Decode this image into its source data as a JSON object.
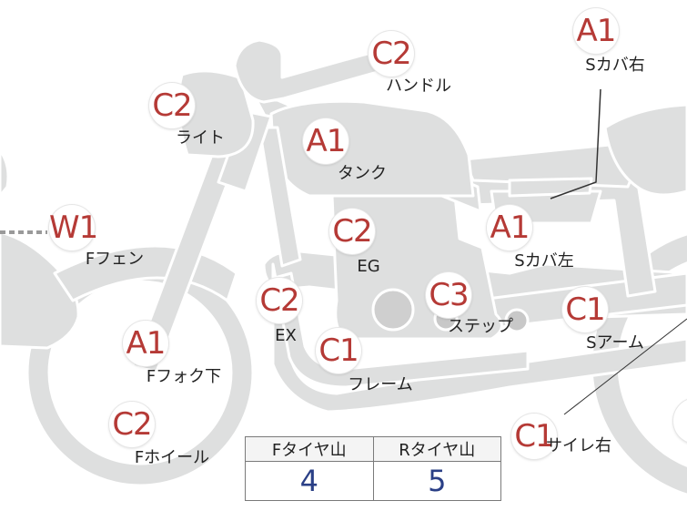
{
  "colors": {
    "part_fill": "#dedfdf",
    "part_stroke": "#ffffff",
    "grade_text": "#b53a36",
    "tire_value": "#2a3f86"
  },
  "parts": [
    {
      "id": "handle",
      "grade": "C2",
      "label": "ハンドル"
    },
    {
      "id": "light",
      "grade": "C2",
      "label": "ライト"
    },
    {
      "id": "tank",
      "grade": "A1",
      "label": "タンク"
    },
    {
      "id": "side-cover-right",
      "grade": "A1",
      "label": "Sカバ右"
    },
    {
      "id": "eg",
      "grade": "C2",
      "label": "EG"
    },
    {
      "id": "side-cover-left",
      "grade": "A1",
      "label": "Sカバ左"
    },
    {
      "id": "f-fender",
      "grade": "W1",
      "label": "Fフェン"
    },
    {
      "id": "ex",
      "grade": "C2",
      "label": "EX"
    },
    {
      "id": "step",
      "grade": "C3",
      "label": "ステップ"
    },
    {
      "id": "s-arm",
      "grade": "C1",
      "label": "Sアーム"
    },
    {
      "id": "f-fork-lower",
      "grade": "A1",
      "label": "Fフォク下"
    },
    {
      "id": "frame",
      "grade": "C1",
      "label": "フレーム"
    },
    {
      "id": "f-wheel",
      "grade": "C2",
      "label": "Fホイール"
    },
    {
      "id": "silencer-right",
      "grade": "C1",
      "label": "サイレ右"
    },
    {
      "id": "r-wheel-partial",
      "grade": "C",
      "label": ""
    }
  ],
  "tire_table": {
    "headers": [
      "Fタイヤ山",
      "Rタイヤ山"
    ],
    "values": [
      "4",
      "5"
    ]
  }
}
